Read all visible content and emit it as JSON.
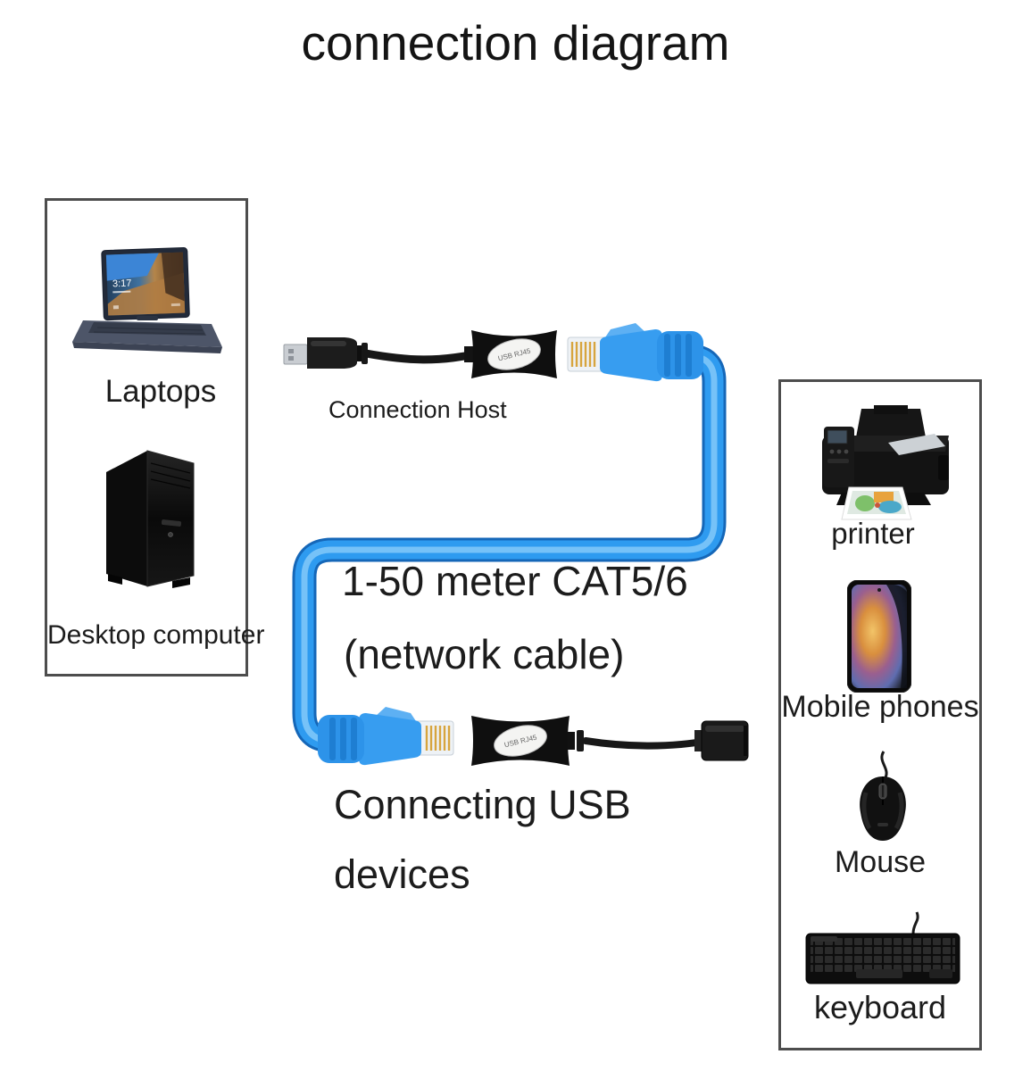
{
  "title": "connection diagram",
  "left_box": {
    "laptop_label": "Laptops",
    "laptop_screen_time": "3:17",
    "desktop_label": "Desktop computer"
  },
  "middle": {
    "host_label": "Connection Host",
    "cable_line1": "1-50 meter CAT5/6",
    "cable_line2": "(network cable)",
    "devices_line1": "Connecting USB",
    "devices_line2": "devices",
    "adapter_badge": "USB RJ45"
  },
  "right_box": {
    "printer_label": "printer",
    "phone_label": "Mobile phones",
    "mouse_label": "Mouse",
    "keyboard_label": "keyboard"
  },
  "colors": {
    "cable_blue": "#2e9bf0",
    "cable_blue_dark": "#1567b8",
    "cable_blue_light": "#7ec6f8",
    "box_border": "#4d4d4d",
    "text": "#1c1c1c"
  }
}
